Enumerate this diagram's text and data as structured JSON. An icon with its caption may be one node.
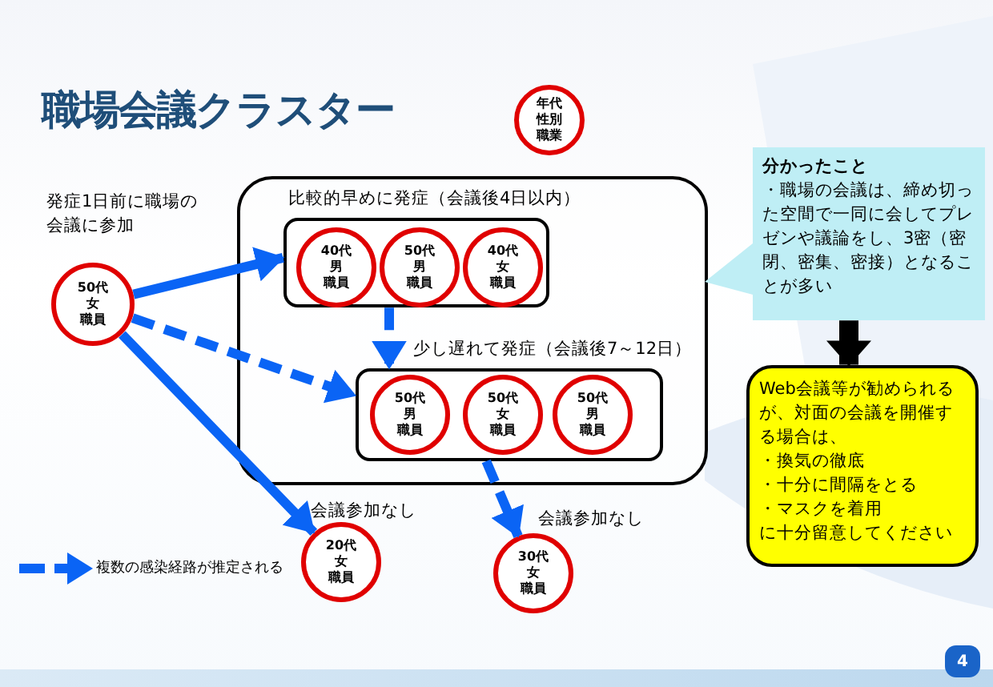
{
  "diagram": {
    "title": "職場会議クラスター",
    "nodes": [
      {
        "text": [],
        "shape": "box"
      },
      {
        "text": [
          "比較的早めに発症（会議後4日以内）"
        ],
        "in": 0
      },
      {
        "text": [
          "40代",
          "男",
          "職員"
        ],
        "in": 1
      },
      {
        "text": [
          "50代",
          "男",
          "職員"
        ],
        "in": 1
      },
      {
        "text": [
          "40代",
          "女",
          "職員"
        ],
        "in": 1
      },
      {
        "text": [
          "少し遅れて発症（会議後7～12日）"
        ],
        "in": 0
      },
      {
        "text": [
          "50代",
          "男",
          "職員"
        ],
        "in": 5
      },
      {
        "text": [
          "50代",
          "女",
          "職員"
        ],
        "in": 5
      },
      {
        "text": [
          "50代",
          "男",
          "職員"
        ],
        "in": 5
      },
      {
        "text": [
          "50代",
          "女",
          "職員"
        ],
        "beside": [
          "発症1日前に職場の会議に参加"
        ]
      },
      {
        "text": [
          "20代",
          "女",
          "職員"
        ],
        "beside": [
          "会議参加なし"
        ]
      },
      {
        "text": [
          "30代",
          "女",
          "職員"
        ],
        "beside": [
          "会議参加なし"
        ]
      },
      {
        "text": [
          "年代",
          "性別",
          "職業"
        ]
      },
      {
        "text": [
          "分かったこと",
          "・職場の会議は、締め切った空間で一同に会してプレゼンや議論をし、3密（密閉、密集、密接）となることが多い"
        ]
      },
      {
        "text": [
          "Web会議等が勧められるが、対面の会議を開催する場合は、",
          "・換気の徹底",
          "・十分に間隔をとる",
          "・マスクを着用",
          "に十分留意してください"
        ]
      }
    ],
    "edges": [
      {
        "from": 9,
        "to": 1,
        "arrow": "to"
      },
      {
        "from": 9,
        "to": 5,
        "arrow": "to",
        "style": "dashed"
      },
      {
        "from": 9,
        "to": 10,
        "arrow": "to"
      },
      {
        "from": 1,
        "to": 5,
        "arrow": "to",
        "style": "dashed"
      },
      {
        "from": 5,
        "to": 11,
        "arrow": "to",
        "style": "dashed"
      },
      {
        "from": 13,
        "to": 14,
        "arrow": "to",
        "style": "thick",
        "color": "#000000"
      }
    ],
    "labels": [
      "4"
    ],
    "legend": [
      {
        "text": "複数の感染経路が推定される"
      }
    ]
  }
}
